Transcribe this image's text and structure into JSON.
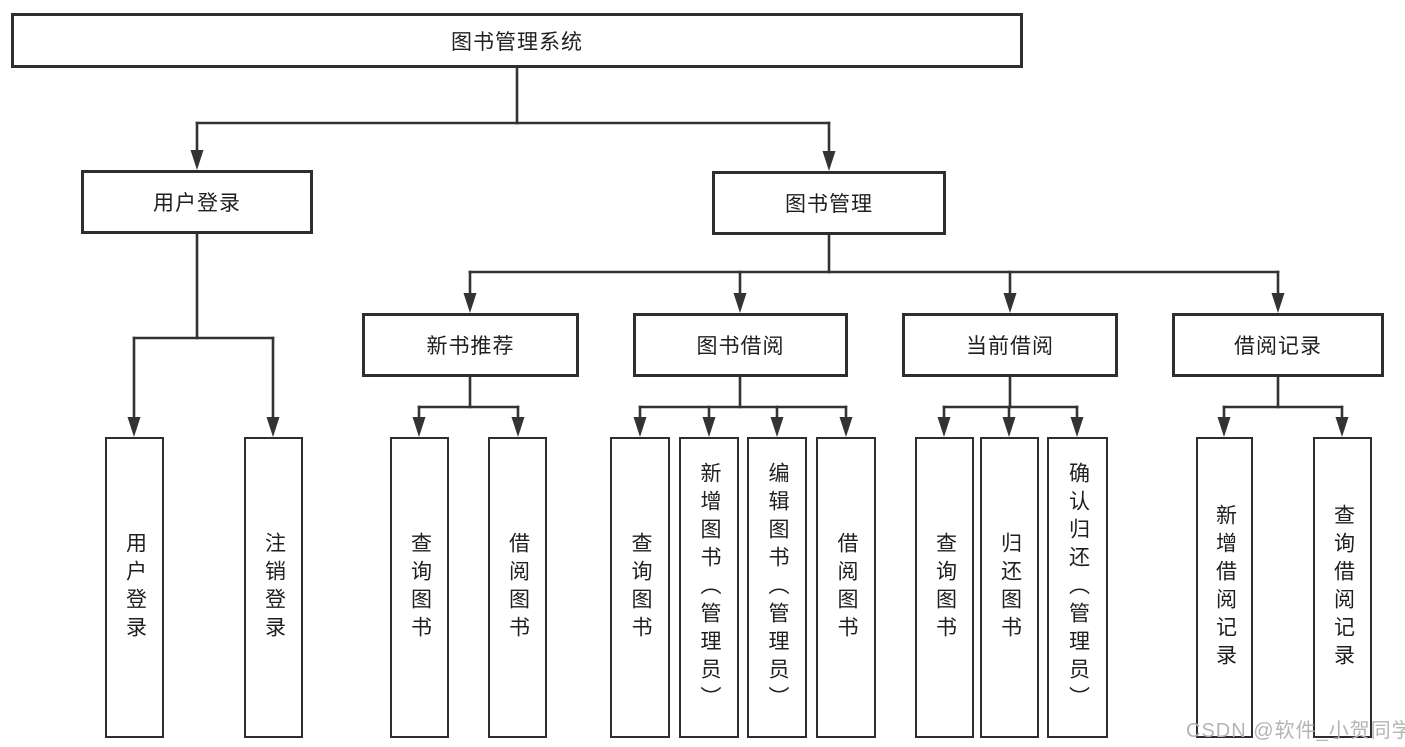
{
  "watermark": "CSDN @软件_小贺同学",
  "colors": {
    "line": "#333333",
    "box_border": "#2e2e2e",
    "text": "#1f1f1f",
    "watermark": "#b4b4b4",
    "background": "#ffffff"
  },
  "tree": {
    "label": "图书管理系统",
    "children": [
      {
        "label": "用户登录",
        "children": [
          {
            "label": "用户登录"
          },
          {
            "label": "注销登录"
          }
        ]
      },
      {
        "label": "图书管理",
        "children": [
          {
            "label": "新书推荐",
            "children": [
              {
                "label": "查询图书"
              },
              {
                "label": "借阅图书"
              }
            ]
          },
          {
            "label": "图书借阅",
            "children": [
              {
                "label": "查询图书"
              },
              {
                "label": "新增图书（管理员）"
              },
              {
                "label": "编辑图书（管理员）"
              },
              {
                "label": "借阅图书"
              }
            ]
          },
          {
            "label": "当前借阅",
            "children": [
              {
                "label": "查询图书"
              },
              {
                "label": "归还图书"
              },
              {
                "label": "确认归还（管理员）"
              }
            ]
          },
          {
            "label": "借阅记录",
            "children": [
              {
                "label": "新增借阅记录"
              },
              {
                "label": "查询借阅记录"
              }
            ]
          }
        ]
      }
    ]
  }
}
